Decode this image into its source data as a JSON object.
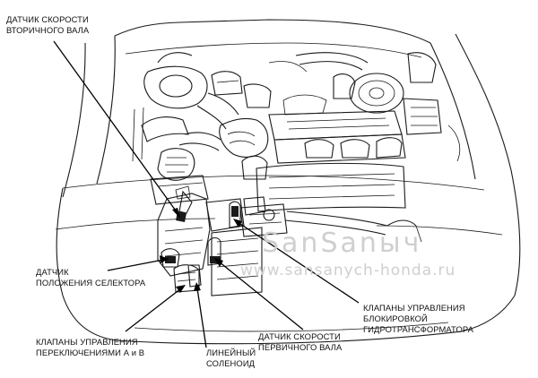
{
  "labels": {
    "output_shaft_sensor": [
      "ДАТЧИК СКОРОСТИ",
      "ВТОРИЧНОГО ВАЛА"
    ],
    "range_sensor": [
      "ДАТЧИК",
      "ПОЛОЖЕНИЯ СЕЛЕКТОРА"
    ],
    "shift_solenoids": [
      "КЛАПАНЫ УПРАВЛЕНИЯ",
      "ПЕРЕКЛЮЧЕНИЯМИ А и В"
    ],
    "linear_solenoid": [
      "ЛИНЕЙНЫЙ",
      "СОЛЕНОИД"
    ],
    "input_shaft_sensor": [
      "ДАТЧИК СКОРОСТИ",
      "ПЕРВИЧНОГО ВАЛА"
    ],
    "lockup_solenoids": [
      "КЛАПАНЫ УПРАВЛЕНИЯ",
      "БЛОКИРОВКОЙ",
      "ГИДРОТРАНСФОРМАТОРА"
    ]
  },
  "watermark": {
    "brand": "SanSanыч",
    "url": "www.sansanych-honda.ru"
  }
}
